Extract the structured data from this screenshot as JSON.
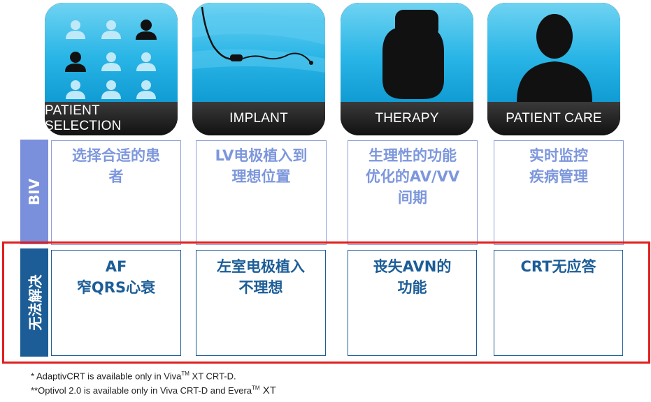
{
  "tiles": [
    {
      "caption": "PATIENT SELECTION",
      "icon": "patient-grid-icon"
    },
    {
      "caption": "IMPLANT",
      "icon": "lead-wire-icon"
    },
    {
      "caption": "THERAPY",
      "icon": "pacemaker-device-icon"
    },
    {
      "caption": "PATIENT CARE",
      "icon": "person-silhouette-icon"
    }
  ],
  "bands": {
    "biv": "BIV",
    "unsolved": "无法解决"
  },
  "biv_cells": [
    {
      "lines": [
        "选择合适的患",
        "者"
      ]
    },
    {
      "lines": [
        "LV电极植入到",
        "理想位置"
      ]
    },
    {
      "lines": [
        "生理性的功能",
        "优化的AV/VV",
        "间期"
      ]
    },
    {
      "lines": [
        "实时监控",
        "疾病管理"
      ]
    }
  ],
  "unsolved_cells": [
    {
      "lines": [
        "AF",
        "窄QRS心衰"
      ]
    },
    {
      "lines": [
        "左室电极植入",
        "不理想"
      ]
    },
    {
      "lines": [
        "丧失AVN的",
        "功能"
      ]
    },
    {
      "lines": [
        "CRT无应答"
      ]
    }
  ],
  "footnotes": {
    "note1_pre": "*  AdaptivCRT is available  only in Viva",
    "note1_tm": "TM",
    "note1_post": " XT CRT-D.",
    "note2_pre": "**Optivol 2.0 is available  only in Viva CRT-D and Evera",
    "note2_tm": "TM",
    "note2_post": " XT"
  },
  "colors": {
    "tile_blue": "#29b5e6",
    "biv_band": "#7a90dc",
    "unsolved_band": "#1c5d97",
    "highlight_box": "#e01e1e"
  }
}
